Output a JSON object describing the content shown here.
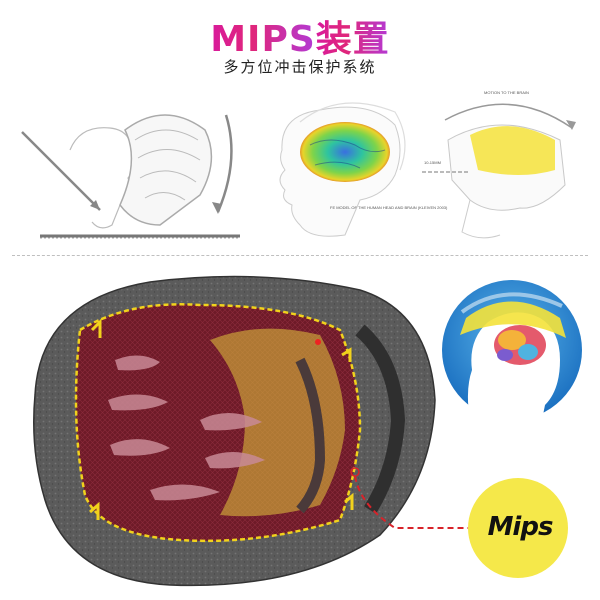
{
  "title": {
    "brand": "MIPS",
    "suffix": "装置"
  },
  "subtitle": "多方位冲击保护系统",
  "diagram_labels": {
    "fe_model": "FE MODEL OF THE HUMAN HEAD AND BRAIN (KLEIVEN 2003)",
    "motion": "MOTION TO THE BRAIN",
    "gap": "10-15MM"
  },
  "badge": {
    "logo_text": "Mips"
  },
  "colors": {
    "title_gradient_start": "#d81b9c",
    "title_gradient_end": "#b23ad6",
    "badge_yellow": "#f5e84a",
    "shell_grey": "#5a5a5a",
    "liner_maroon": "#7a1f2e",
    "arrow_yellow": "#f1d21c",
    "callout_red": "#d8232a"
  }
}
